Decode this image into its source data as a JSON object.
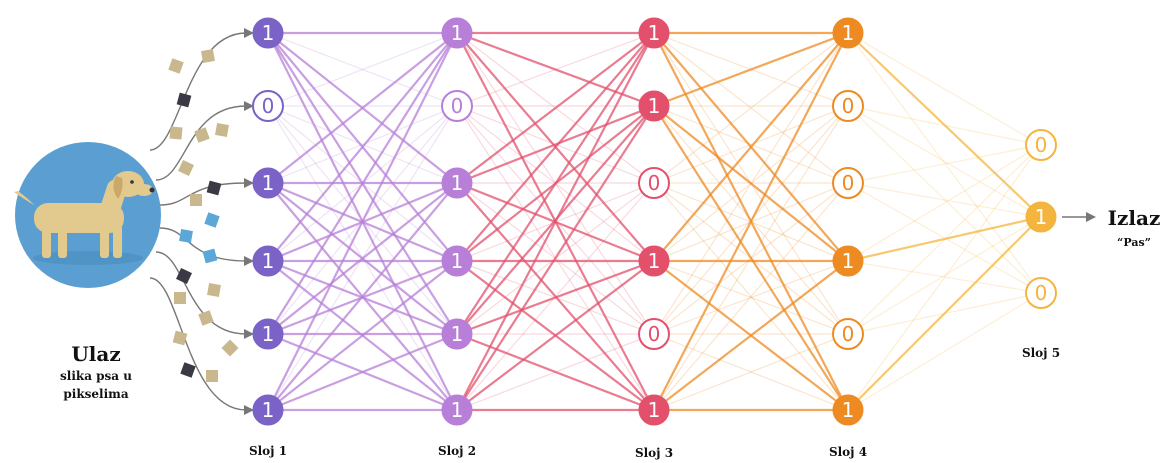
{
  "input": {
    "title": "Ulaz",
    "line1": "slika psa u",
    "line2": "pikselima"
  },
  "output": {
    "title": "Izlaz",
    "label": "“Pas”"
  },
  "layers": [
    {
      "name": "Sloj 1",
      "color": "#7a62c6",
      "values": [
        "1",
        "0",
        "1",
        "1",
        "1",
        "1"
      ]
    },
    {
      "name": "Sloj 2",
      "color": "#b77fd8",
      "values": [
        "1",
        "0",
        "1",
        "1",
        "1",
        "1"
      ]
    },
    {
      "name": "Sloj 3",
      "color": "#e2506c",
      "values": [
        "1",
        "1",
        "0",
        "1",
        "0",
        "1"
      ]
    },
    {
      "name": "Sloj 4",
      "color": "#ee8a22",
      "values": [
        "1",
        "0",
        "0",
        "1",
        "0",
        "1"
      ]
    },
    {
      "name": "Sloj 5",
      "color": "#f4b53e",
      "values": [
        "0",
        "1",
        "0"
      ]
    }
  ],
  "pixel_colors": [
    "#c9b78e",
    "#3a3a44",
    "#5aa7d8"
  ],
  "image_bg_color": "#5b9fd2",
  "dog_color": "#e2c98e",
  "arrow_color": "#777777"
}
